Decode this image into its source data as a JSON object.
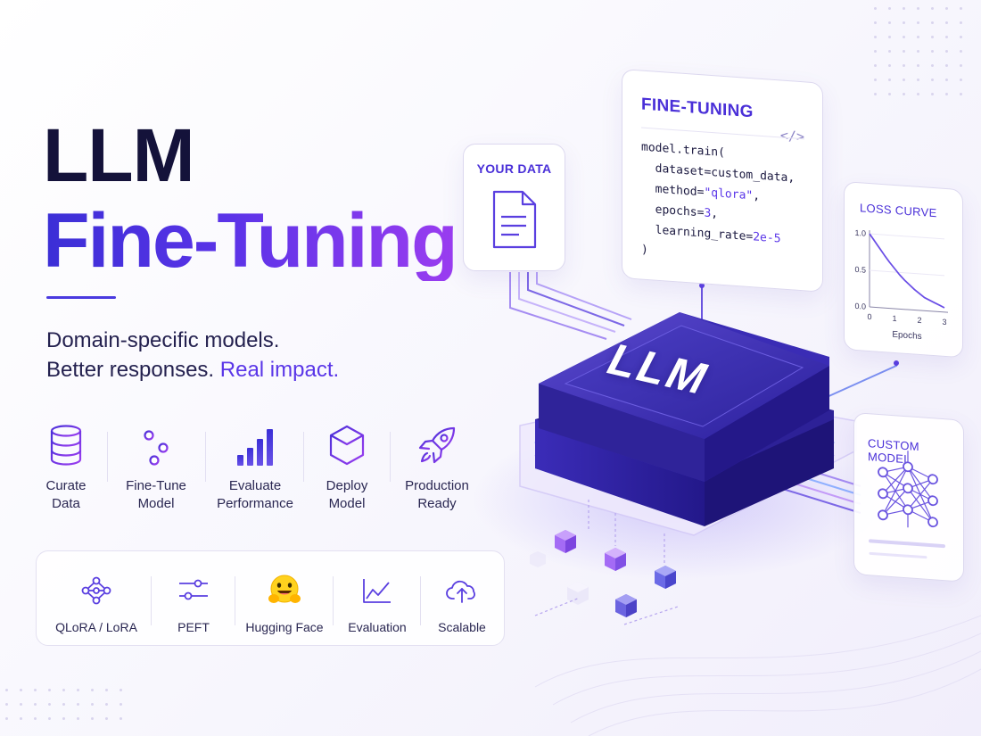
{
  "headline": {
    "line1": "LLM",
    "line2": "Fine-Tuning"
  },
  "tagline": {
    "line1": "Domain-specific models.",
    "line2_plain": "Better responses.",
    "line2_accent": "Real impact."
  },
  "steps": [
    {
      "icon": "database-icon",
      "line1": "Curate",
      "line2": "Data"
    },
    {
      "icon": "sliders-icon",
      "line1": "Fine-Tune",
      "line2": "Model"
    },
    {
      "icon": "bar-chart-icon",
      "line1": "Evaluate",
      "line2": "Performance"
    },
    {
      "icon": "cube-icon",
      "line1": "Deploy",
      "line2": "Model"
    },
    {
      "icon": "rocket-icon",
      "line1": "Production",
      "line2": "Ready"
    }
  ],
  "tech": [
    {
      "icon": "network-icon",
      "label": "QLoRA / LoRA"
    },
    {
      "icon": "sliders-icon",
      "label": "PEFT"
    },
    {
      "icon": "hugging-face-emoji-icon",
      "label": "Hugging Face"
    },
    {
      "icon": "line-chart-icon",
      "label": "Evaluation"
    },
    {
      "icon": "cloud-upload-icon",
      "label": "Scalable"
    }
  ],
  "cards": {
    "your_data": {
      "title": "YOUR DATA",
      "icon": "document-icon"
    },
    "fine_tuning": {
      "title": "FINE-TUNING",
      "icon": "code-icon",
      "code": {
        "l1": "model.train(",
        "l2_key": "dataset=",
        "l2_val": "custom_data",
        "l2_end": ",",
        "l3_key": "method=",
        "l3_val": "\"qlora\"",
        "l3_end": ",",
        "l4_key": "epochs=",
        "l4_val": "3",
        "l4_end": ",",
        "l5_key": "learning_rate=",
        "l5_val": "2e-5",
        "l6": ")"
      }
    },
    "loss_curve": {
      "title": "LOSS CURVE",
      "xlabel": "Epochs"
    },
    "custom_model": {
      "title": "CUSTOM MODEL",
      "icon": "neural-network-icon"
    }
  },
  "chip": {
    "label": "LLM"
  },
  "colors": {
    "primary": "#4a30d8",
    "accent": "#5a36e8",
    "violet": "#9b3df0",
    "ink": "#14123a"
  },
  "chart_data": {
    "type": "line",
    "title": "LOSS CURVE",
    "xlabel": "Epochs",
    "ylabel": "",
    "xlim": [
      0,
      3
    ],
    "ylim": [
      0,
      1
    ],
    "x_ticks": [
      "0",
      "1",
      "2",
      "3"
    ],
    "y_ticks": [
      "0.0",
      "0.5",
      "1.0"
    ],
    "x": [
      0.0,
      0.15,
      0.3,
      0.45,
      0.6,
      0.8,
      1.0,
      1.2,
      1.4,
      1.6,
      1.8,
      2.0,
      2.2,
      2.4,
      2.6,
      2.8,
      3.0
    ],
    "y": [
      1.0,
      0.93,
      0.86,
      0.79,
      0.72,
      0.63,
      0.55,
      0.47,
      0.4,
      0.34,
      0.28,
      0.23,
      0.18,
      0.15,
      0.12,
      0.09,
      0.06
    ]
  }
}
